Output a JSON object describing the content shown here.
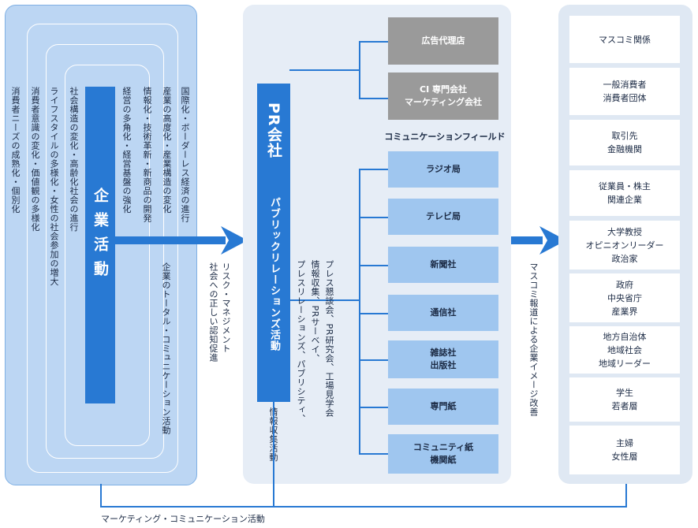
{
  "left_panel": {
    "company_activity": "企業活動",
    "texts": [
      "国際化・ボーダーレス経済の進行",
      "産業の高度化・産業構造の変化",
      "情報化・技術革新・新商品の開発",
      "経営の多角化・経営基盤の強化",
      "社会構造の変化・高齢化社会の進行",
      "ライフスタイルの多様化・女性の社会参加の増大",
      "消費者意識の変化・価値観の多様化",
      "消費者ニーズの成熟化・個別化"
    ]
  },
  "arrow1_labels": [
    "企業のトータル・コミュニケーション活動",
    "リスク・マネジメント",
    "社会への正しい認知促進"
  ],
  "center": {
    "pr_title": "PR会社",
    "pr_activity": "パブリックリレーションズ活動",
    "info_collection": "情報収集活動",
    "services": [
      "プレス懇談会、PR研究会、工場見学会",
      "情報収集、PRサーベイ、",
      "プレスリレーションズ、パブリシティ、"
    ],
    "field_label": "コミュニケーションフィールド",
    "gray_boxes": [
      "広告代理店",
      "CI 専門会社\nマーケティング会社"
    ],
    "blue_boxes": [
      "ラジオ局",
      "テレビ局",
      "新聞社",
      "通信社",
      "雑誌社\n出版社",
      "専門紙",
      "コミュニティ紙\n機関紙"
    ]
  },
  "arrow2_label": "マスコミ報道による企業イメージ改善",
  "right_boxes": [
    "マスコミ関係",
    "一般消費者\n消費者団体",
    "取引先\n金融機関",
    "従業員・株主\n関連企業",
    "大学教授\nオピニオンリーダー\n政治家",
    "政府\n中央省庁\n産業界",
    "地方自治体\n地域社会\n地域リーダー",
    "学生\n若者層",
    "主婦\n女性層"
  ],
  "bottom_label": "マーケティング・コミュニケーション活動",
  "colors": {
    "accent_blue": "#2879d3",
    "light_blue_box": "#9fc6ef",
    "gray_box": "#9a9a9a",
    "left_panel_bg": "#bcd6f3",
    "center_panel_bg": "#e6edf6",
    "right_panel_bg": "#dfe8f3"
  }
}
